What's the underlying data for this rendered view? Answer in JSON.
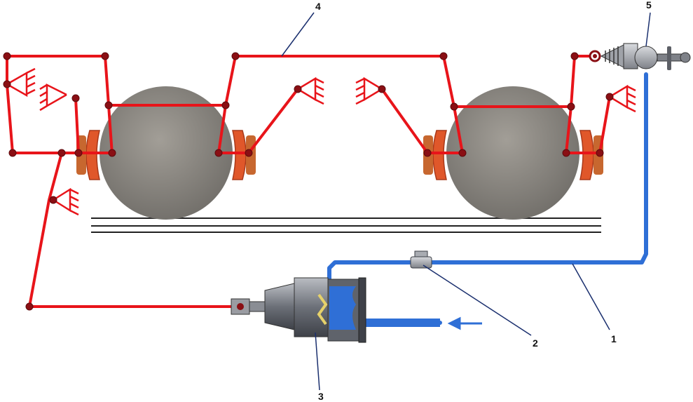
{
  "callouts": [
    {
      "id": "1",
      "label": "1"
    },
    {
      "id": "2",
      "label": "2"
    },
    {
      "id": "3",
      "label": "3"
    },
    {
      "id": "4",
      "label": "4"
    },
    {
      "id": "5",
      "label": "5"
    }
  ],
  "colors": {
    "linkage": "#e8141a",
    "joint": "#8a0f14",
    "air_line": "#2f6fd6",
    "wheel": "#8d8a84",
    "brake_shoe": "#e0572a",
    "rail": "#222222",
    "cylinder_body": "#7d8088",
    "callout_line": "#1a2f6e"
  }
}
